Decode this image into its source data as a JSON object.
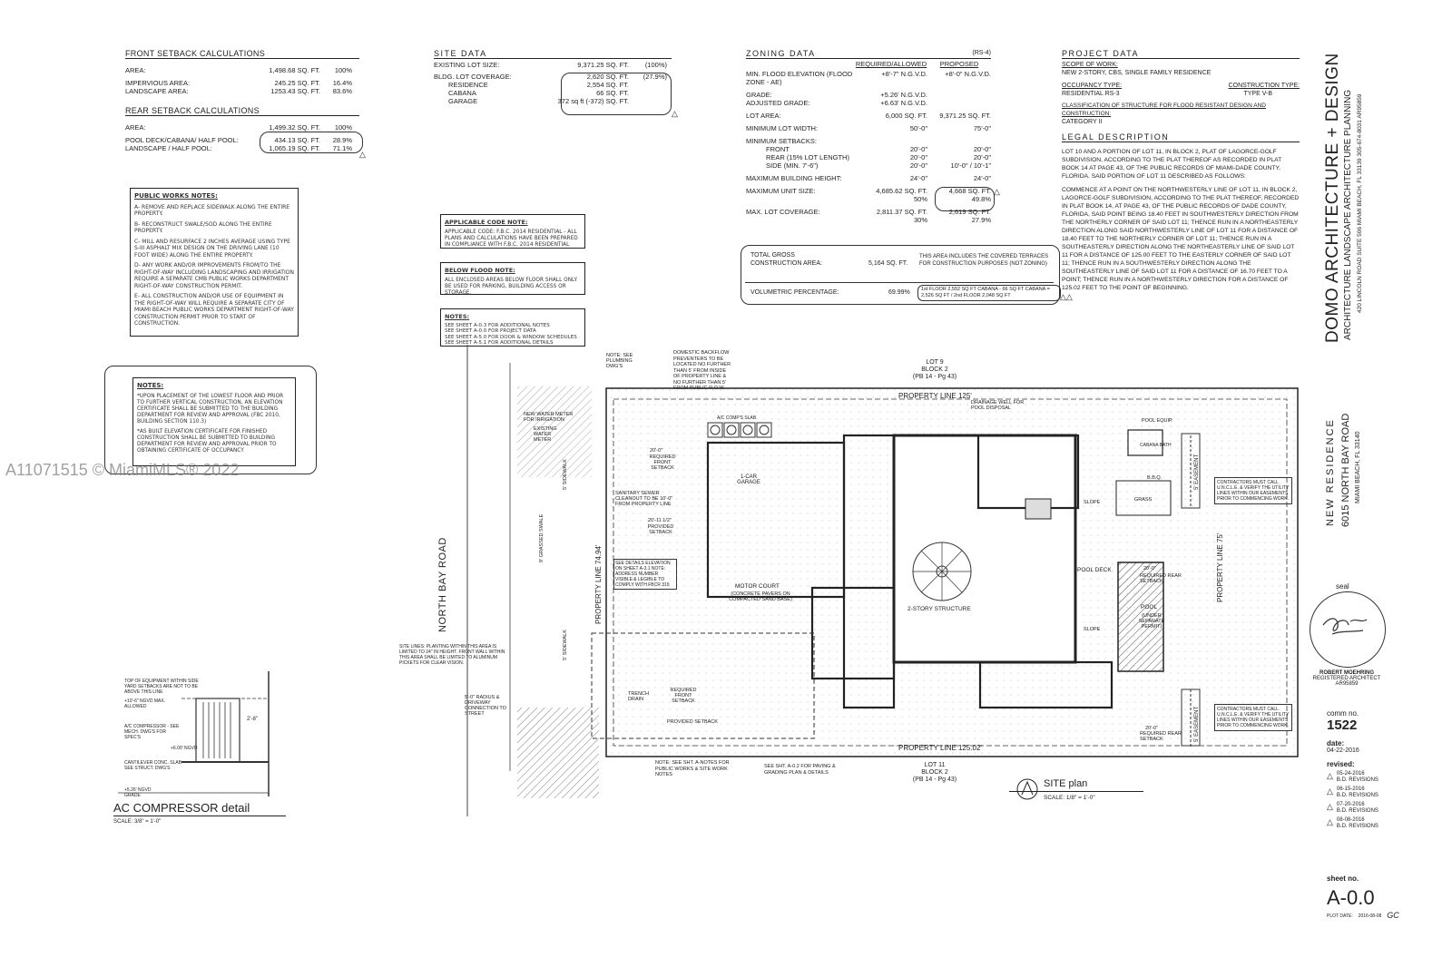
{
  "front_setback": {
    "title": "FRONT SETBACK CALCULATIONS",
    "rows": [
      {
        "label": "AREA:",
        "value": "1,498.68 SQ. FT.",
        "pct": "100%"
      },
      {
        "label": "IMPERVIOUS AREA:",
        "value": "245.25 SQ. FT.",
        "pct": "16.4%"
      },
      {
        "label": "LANDSCAPE AREA:",
        "value": "1253.43 SQ. FT.",
        "pct": "83.6%"
      }
    ]
  },
  "rear_setback": {
    "title": "REAR SETBACK CALCULATIONS",
    "rows": [
      {
        "label": "AREA:",
        "value": "1,499.32 SQ. FT.",
        "pct": "100%"
      },
      {
        "label": "POOL DECK/CABANA/ HALF POOL:",
        "value": "434.13 SQ. FT.",
        "pct": "28.9%"
      },
      {
        "label": "LANDSCAPE / HALF POOL:",
        "value": "1,065.19 SQ. FT.",
        "pct": "71.1%"
      }
    ]
  },
  "site_data": {
    "title": "SITE DATA",
    "rows": [
      {
        "label": "EXISTING LOT SIZE:",
        "value": "9,371.25 SQ. FT.",
        "pct": "(100%)"
      },
      {
        "label": "BLDG. LOT COVERAGE:",
        "value": "2,620 SQ. FT.",
        "pct": "(27.9%)"
      },
      {
        "label": "RESIDENCE",
        "value": "2,554 SQ. FT.",
        "pct": ""
      },
      {
        "label": "CABANA",
        "value": "66 SQ. FT.",
        "pct": ""
      },
      {
        "label": "GARAGE",
        "value": "372 sq ft (-372) SQ. FT.",
        "pct": ""
      }
    ]
  },
  "zoning_data": {
    "title": "ZONING DATA",
    "district": "(RS-4)",
    "col_required": "REQUIRED/ALLOWED",
    "col_proposed": "PROPOSED",
    "rows": [
      {
        "label": "MIN. FLOOD ELEVATION (FLOOD ZONE - AE)",
        "req": "+8'-7\" N.G.V.D.",
        "prop": "+8'-0\" N.G.V.D."
      },
      {
        "label": "GRADE:",
        "req": "+5.26' N.G.V.D.",
        "prop": ""
      },
      {
        "label": "ADJUSTED GRADE:",
        "req": "+6.63' N.G.V.D.",
        "prop": ""
      },
      {
        "label": "LOT AREA:",
        "req": "6,000 SQ. FT.",
        "prop": "9,371.25 SQ. FT."
      },
      {
        "label": "MINIMUM LOT WIDTH:",
        "req": "50'-0\"",
        "prop": "75'-0\""
      },
      {
        "label": "MINIMUM SETBACKS:",
        "req": "",
        "prop": ""
      },
      {
        "label": "FRONT",
        "req": "20'-0\"",
        "prop": "20'-0\""
      },
      {
        "label": "REAR (15% LOT LENGTH)",
        "req": "20'-0\"",
        "prop": "20'-0\""
      },
      {
        "label": "SIDE (MIN. 7'-6\")",
        "req": "20'-0\"",
        "prop": "10'-0\" / 10'-1\""
      },
      {
        "label": "MAXIMUM BUILDING HEIGHT:",
        "req": "24'-0\"",
        "prop": "24'-0\""
      },
      {
        "label": "MAXIMUM UNIT SIZE:",
        "req": "4,685.62 SQ. FT.",
        "prop": "4,668 SQ. FT."
      },
      {
        "label": "",
        "req": "50%",
        "prop": "49.8%"
      },
      {
        "label": "MAX. LOT COVERAGE:",
        "req": "2,811.37 SQ. FT.",
        "prop": "2,619 SQ. FT."
      },
      {
        "label": "",
        "req": "30%",
        "prop": "27.9%"
      }
    ],
    "gross_label": "TOTAL GROSS CONSTRUCTION AREA:",
    "gross_value": "5,164 SQ. FT.",
    "gross_note": "THIS AREA INCLUDES THE COVERED TERRACES FOR CONSTRUCTION PURPOSES (NOT ZONING)",
    "vol_label": "VOLUMETRIC PERCENTAGE:",
    "vol_value": "69.99%",
    "vol_note": "1st FLOOR 2,552 SQ FT CABANA - 66 SQ FT CABANA = 2,526 SQ FT / 2nd FLOOR 2,048 SQ FT"
  },
  "project_data": {
    "title": "PROJECT DATA",
    "scope_label": "SCOPE OF WORK:",
    "scope_value": "NEW 2-STORY, CBS, SINGLE FAMILY RESIDENCE",
    "occ_label": "OCCUPANCY TYPE:",
    "occ_value": "RESIDENTIAL RS-3",
    "const_label": "CONSTRUCTION TYPE:",
    "const_value": "TYPE V-B",
    "class_label": "CLASSIFICATION OF STRUCTURE FOR FLOOD RESISTANT DESIGN AND CONSTRUCTION:",
    "class_value": "CATEGORY II"
  },
  "legal": {
    "title": "LEGAL DESCRIPTION",
    "p1": "LOT 10 AND A PORTION OF LOT 11, IN BLOCK 2, PLAT OF LAGORCE-GOLF SUBDIVISION, ACCORDING TO THE PLAT THEREOF AS RECORDED IN PLAT BOOK 14 AT PAGE 43, OF THE PUBLIC RECORDS OF MIAMI-DADE COUNTY, FLORIDA. SAID PORTION OF LOT 11 DESCRIBED AS FOLLOWS:",
    "p2": "COMMENCE AT A POINT ON THE NORTHWESTERLY LINE OF LOT 11, IN BLOCK 2, LAGORCE-GOLF SUBDIVISION, ACCORDING TO THE PLAT THEREOF, RECORDED IN PLAT BOOK 14, AT PAGE 43, OF THE PUBLIC RECORDS OF DADE COUNTY, FLORIDA, SAID POINT BEING 18.40 FEET IN SOUTHWESTERLY DIRECTION FROM THE NORTHERLY CORNER OF SAID LOT 11; THENCE RUN IN A NORTHEASTERLY DIRECTION ALONG SAID NORTHWESTERLY LINE OF LOT 11 FOR A DISTANCE OF 18.40 FEET TO THE NORTHERLY CORNER OF LOT 11; THENCE RUN IN A SOUTHEASTERLY DIRECTION ALONG THE NORTHEASTERLY LINE OF SAID LOT 11 FOR A DISTANCE OF 125.00 FEET TO THE EASTERLY CORNER OF SAID LOT 11; THENCE RUN IN A SOUTHWESTERLY DIRECTION ALONG THE SOUTHEASTERLY LINE OF SAID LOT 11 FOR A DISTANCE OF 16.70 FEET TO A POINT; THENCE RUN IN A NORTHWESTERLY DIRECTION FOR A DISTANCE OF 125.02 FEET TO THE POINT OF BEGINNING."
  },
  "public_works": {
    "title": "PUBLIC WORKS NOTES:",
    "items": [
      "A- REMOVE AND REPLACE SIDEWALK ALONG THE ENTIRE PROPERTY.",
      "B- RECONSTRUCT SWALE/SOD ALONG THE ENTIRE PROPERTY.",
      "C- MILL AND RESURFACE 2 INCHES AVERAGE USING TYPE S-III ASPHALT MIX DESIGN ON THE DRIVING LANE (10 FOOT WIDE) ALONG THE ENTIRE PROPERTY.",
      "D- ANY WORK AND/OR IMPROVEMENTS FROM/TO THE RIGHT-OF-WAY INCLUDING LANDSCAPING AND IRRIGATION REQUIRE A SEPARATE CMB PUBLIC WORKS DEPARTMENT RIGHT-OF-WAY CONSTRUCTION PERMIT.",
      "E- ALL CONSTRUCTION AND/OR USE OF EQUIPMENT IN THE RIGHT-OF-WAY WILL REQUIRE A SEPARATE CITY OF MIAMI BEACH PUBLIC WORKS DEPARTMENT RIGHT-OF-WAY CONSTRUCTION PERMIT PRIOR TO START OF CONSTRUCTION."
    ]
  },
  "applicable_code": {
    "title": "APPLICABLE CODE NOTE:",
    "text": "APPLICABLE CODE: F.B.C. 2014 RESIDENTIAL - ALL PLANS AND CALCULATIONS HAVE BEEN PREPARED IN COMPLIANCE WITH F.B.C. 2014 RESIDENTIAL"
  },
  "below_flood": {
    "title": "BELOW FLOOD NOTE:",
    "text": "ALL ENCLOSED AREAS BELOW FLOOR SHALL ONLY BE USED FOR PARKING, BUILDING ACCESS OR STORAGE."
  },
  "notes_box": {
    "title": "NOTES:",
    "items": [
      "SEE SHEET A-0.3 FOR ADDITIONAL NOTES",
      "SEE SHEET A-0.0 FOR PROJECT DATA",
      "SEE SHEET A-5.0 FOR DOOR & WINDOW SCHEDULES",
      "SEE SHEET A-5.1 FOR ADDITIONAL DETAILS"
    ]
  },
  "notes_cloud": {
    "title": "NOTES:",
    "items": [
      "*UPON PLACEMENT OF THE LOWEST FLOOR AND PRIOR TO FURTHER VERTICAL CONSTRUCTION, AN ELEVATION CERTIFICATE SHALL BE SUBMITTED TO THE BUILDING DEPARTMENT FOR REVIEW AND APPROVAL (FBC 2010, BUILDING SECTION 110.3)",
      "*AS BUILT ELEVATION CERTIFICATE FOR FINISHED CONSTRUCTION SHALL BE SUBMITTED TO BUILDING DEPARTMENT FOR REVIEW AND APPROVAL PRIOR TO OBTAINING CERTIFICATE OF OCCUPANCY"
    ]
  },
  "watermark": "A11071515 © MiamiMLS® 2022",
  "ac_detail": {
    "title": "AC COMPRESSOR detail",
    "scale": "SCALE: 3/8\" = 1'-0\"",
    "notes": [
      "TOP OF EQUIPMENT WITHIN SIDE YARD SETBACKS ARE NOT TO BE ABOVE THIS LINE",
      "+10'-6\" NGVD MAX. ALLOWED",
      "A/C COMPRESSOR - SEE MECH. DWG'S FOR SPEC'S",
      "+6.00' NGVD",
      "CANTILEVER CONC. SLAB - SEE STRUCT. DWG'S",
      "+5.26' NGVD GRADE"
    ],
    "dim": "2'-8\""
  },
  "site_plan": {
    "title": "SITE plan",
    "scale": "SCALE: 1/8\" = 1'-0\"",
    "street": "NORTH BAY ROAD",
    "prop_top": "PROPERTY LINE 125'",
    "prop_bottom": "PROPERTY LINE 125.02'",
    "prop_left": "PROPERTY LINE 74.94'",
    "prop_right": "PROPERTY LINE 75'",
    "lot_top": "LOT 9\nBLOCK 2\n(PB 14 - Pg 43)",
    "lot_top_1": "LOT 9",
    "lot_top_2": "BLOCK 2",
    "lot_top_3": "(PB 14 - Pg 43)",
    "lot_bot_1": "LOT 11",
    "lot_bot_2": "BLOCK 2",
    "lot_bot_3": "(PB 14 - Pg 43)",
    "labels": {
      "garage": "1-CAR GARAGE",
      "motor_court": "MOTOR COURT",
      "motor_court_note": "(CONCRETE PAVERS ON COMPACTED SAND BASE)",
      "structure": "2-STORY STRUCTURE",
      "pool_deck": "POOL DECK",
      "pool": "POOL",
      "pool_note": "(UNDER SEPARATE PERMIT)",
      "pool_equip": "POOL EQUIP.",
      "cabana": "CABANA BATH",
      "bbq": "B.B.Q.",
      "grass": "GRASS",
      "slope": "SLOPE",
      "ac_comp": "A/C COMP'S SLAB",
      "easement": "5' EASEMENT",
      "drainage": "DRAINAGE WELL FOR POOL DISPOSAL",
      "new_water": "NEW WATER METER FOR IRRIGATION",
      "existing_water": "EXISTING WATER METER",
      "sanitary": "SANITARY SEWER CLEANOUT TO BE 10'-0\" FROM PROPERTY LINE",
      "backflow": "DOMESTIC BACKFLOW PREVENTERS TO BE LOCATED NO FURTHER THAN 5' FROM INSIDE OF PROPERTY LINE & NO FURTHER THAN 5' FROM PUBLIC R.O.W.",
      "plumbing": "NOTE: SEE PLUMBING DWG'S",
      "req_front": "REQUIRED FRONT SETBACK",
      "prov_setback": "PROVIDED SETBACK",
      "req_rear": "REQUIRED REAR SETBACK",
      "site_lines": "SITE LINES: PLANTING WITHIN THIS AREA IS LIMITED TO 24\" IN HEIGHT. FRONT WALL WITHIN THIS AREA SHALL BE LIMITED TO ALUMINUM PICKETS FOR CLEAR VISION.",
      "radius": "5'-0\" RADIUS & DRIVEWAY CONNECTION TO STREET",
      "trench": "TRENCH DRAIN",
      "swale": "9' GRASSED SWALE",
      "sidewalk": "5' SIDEWALK",
      "address": "SEE DETAILS ELEVATION ON SHEET A-3.1 NOTE: ADDRESS NUMBER VISIBLE & LEGIBLE TO COMPLY WITH FBCR 319",
      "contractor": "CONTRACTORS MUST CALL U.N.C.L.E. & VERIFY THE UTILITY LINES WITHIN OUR EASEMENTS PRIOR TO COMMENCING WORK.",
      "see_sht": "NOTE: SEE SHT. A-NOTES FOR PUBLIC WORKS & SITE WORK NOTES",
      "see_sht2": "SEE SHT. A-0.2 FOR PAVING & GRADING PLAN & DETAILS",
      "dim_front": "20'-0\"",
      "dim_front2": "20'-11 1/2\"",
      "dim_rear": "20'-0\"",
      "dim_rear2": "20'-0\""
    }
  },
  "title_block": {
    "firm": "DOMO ARCHITECTURE + DESIGN",
    "sub": "ARCHITECTURE LANDSCAPE ARCHITECTURE PLANNING",
    "address": "420 LINCOLN ROAD SUITE 506 MIAMI BEACH, FL 33139 305-674-8031 AR95859",
    "project": "NEW RESIDENCE",
    "project_addr": "6015 NORTH BAY ROAD",
    "project_city": "MIAMI BEACH, FL 33140",
    "seal_label": "seal",
    "architect": "ROBERT MOEHRING",
    "architect_title": "REGISTERED ARCHITECT",
    "architect_no": "AR95859",
    "comm_label": "comm no.",
    "comm_no": "1522",
    "date_label": "date:",
    "date": "04-22-2016",
    "revised_label": "revised:",
    "revisions": [
      {
        "date": "05-24-2016",
        "desc": "B.D. REVISIONS"
      },
      {
        "date": "06-15-2016",
        "desc": "B.D. REVISIONS"
      },
      {
        "date": "07-20-2016",
        "desc": "B.D. REVISIONS"
      },
      {
        "date": "08-08-2016",
        "desc": "B.D. REVISIONS"
      }
    ],
    "sheet_label": "sheet no.",
    "sheet_no": "A-0.0",
    "plot_label": "PLOT DATE:",
    "plot_date": "2016-08-08",
    "initials": "GC"
  }
}
